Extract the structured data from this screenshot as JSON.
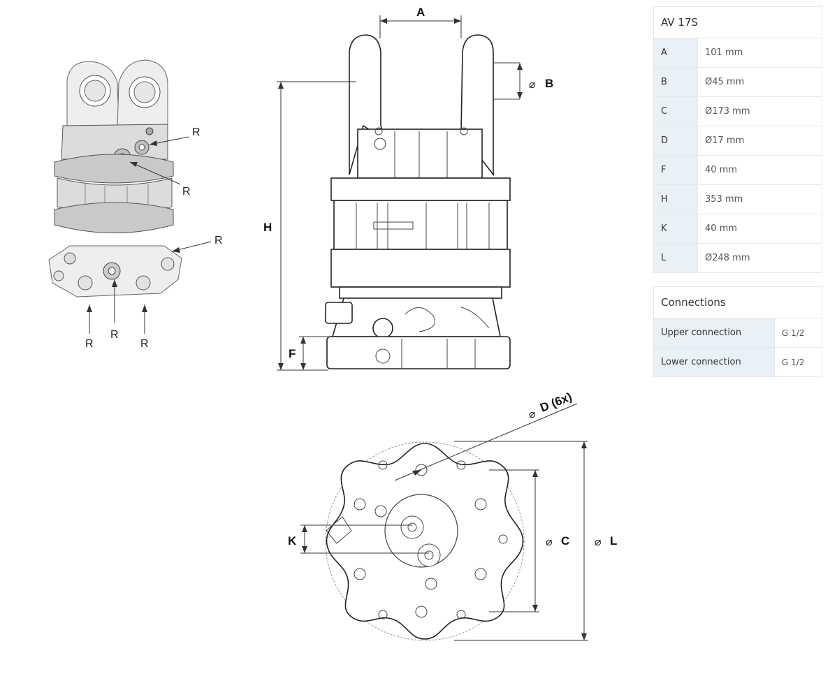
{
  "spec_table": {
    "title": "AV 17S",
    "rows": [
      {
        "key": "A",
        "value": "101 mm"
      },
      {
        "key": "B",
        "value": "Ø45 mm"
      },
      {
        "key": "C",
        "value": "Ø173 mm"
      },
      {
        "key": "D",
        "value": "Ø17 mm"
      },
      {
        "key": "F",
        "value": "40 mm"
      },
      {
        "key": "H",
        "value": "353 mm"
      },
      {
        "key": "K",
        "value": "40 mm"
      },
      {
        "key": "L",
        "value": "Ø248 mm"
      }
    ]
  },
  "connections_table": {
    "title": "Connections",
    "rows": [
      {
        "key": "Upper connection",
        "value": "G 1/2"
      },
      {
        "key": "Lower connection",
        "value": "G 1/2"
      }
    ]
  },
  "drawing": {
    "dim_A": "A",
    "dim_B": "B",
    "dim_C": "C",
    "dim_D": "D (6x)",
    "dim_F": "F",
    "dim_H": "H",
    "dim_K": "K",
    "dim_L": "L",
    "diameter_symbol": "⌀",
    "port_label": "R"
  }
}
